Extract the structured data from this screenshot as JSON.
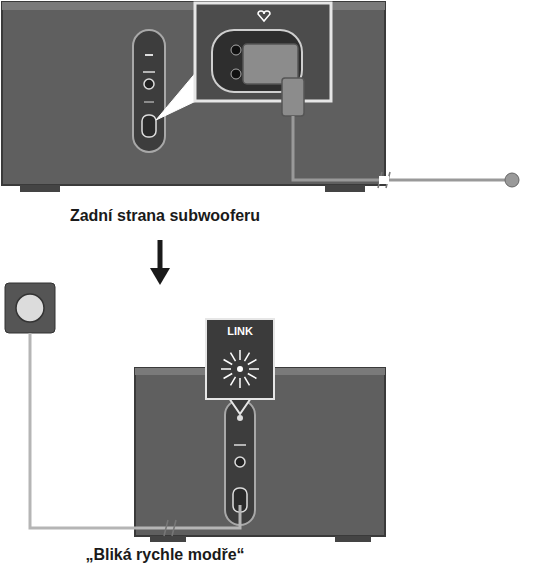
{
  "diagram": {
    "nodes": [
      {
        "text": [
          "LINK"
        ]
      }
    ],
    "labels": [
      "Zadní strana subwooferu",
      "„Bliká rychle modře“"
    ]
  }
}
